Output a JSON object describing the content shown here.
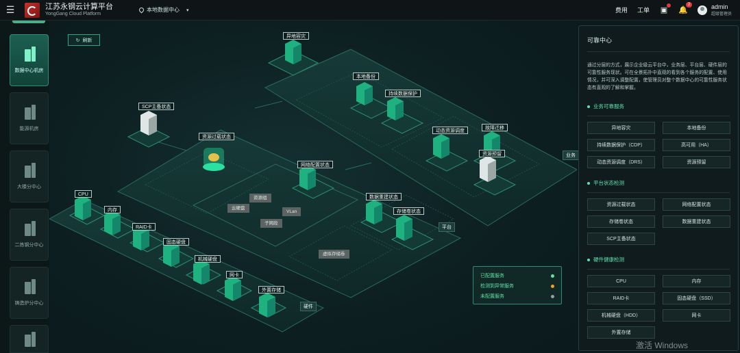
{
  "topbar": {
    "brand_cn": "江苏永钢云计算平台",
    "brand_en": "YongGang Cloud Platform",
    "region": "本地数据中心",
    "links": [
      "费用",
      "工单"
    ],
    "notifications_count": "2",
    "user_name": "admin",
    "user_role": "超级管理员"
  },
  "sidebar": {
    "items": [
      {
        "label": "数据中心机房",
        "active": true
      },
      {
        "label": "能源机房"
      },
      {
        "label": "大楼分中心"
      },
      {
        "label": "二炼钢分中心"
      },
      {
        "label": "铸造炉分中心"
      },
      {
        "label": ""
      }
    ]
  },
  "canvas": {
    "refresh_label": "刷新",
    "nodes": [
      "异地容灾",
      "本地备份",
      "持续数据保护",
      "SCP主备状态",
      "资源过载状态",
      "动态资源调度",
      "故障迁移",
      "资源预留",
      "网络配置状态",
      "数据重建状态",
      "存储卷状态",
      "CPU",
      "内存",
      "RAID卡",
      "固态硬盘",
      "机械硬盘",
      "网卡",
      "外置存储"
    ],
    "chips": [
      "资源组",
      "云硬盘",
      "VLan",
      "子网段",
      "虚拟存储卷"
    ],
    "layers": [
      "业务",
      "平台",
      "硬件"
    ],
    "legend": [
      {
        "label": "已配置服务",
        "color": "#62e0a6"
      },
      {
        "label": "检测到异常服务",
        "color": "#f0a030"
      },
      {
        "label": "未配置服务",
        "color": "#8ea3a0"
      }
    ]
  },
  "panel": {
    "title": "可靠中心",
    "description": "通过分层的方式，展示企业级云平台中，业务层、平台层、硬件层的可靠性服务现状。可在全景拓扑中直观的看到各个服务的配置、使用情况，并可深入调整配置，使管理员对整个数据中心的可靠性服务状态有直观的了解和掌握。",
    "sections": [
      {
        "title": "业务可靠服务",
        "items": [
          "异地容灾",
          "本地备份",
          "持续数据保护（CDP）",
          "高可用（HA）",
          "动态资源调度（DRS）",
          "资源预留"
        ]
      },
      {
        "title": "平台状态检测",
        "items": [
          "资源过载状态",
          "网络配置状态",
          "存储卷状态",
          "数据重建状态",
          "SCP主备状态"
        ]
      },
      {
        "title": "硬件健康检测",
        "items": [
          "CPU",
          "内存",
          "RAID卡",
          "固态硬盘（SSD）",
          "机械硬盘（HDD）",
          "网卡",
          "外置存储"
        ]
      }
    ]
  },
  "watermark": "激活 Windows"
}
